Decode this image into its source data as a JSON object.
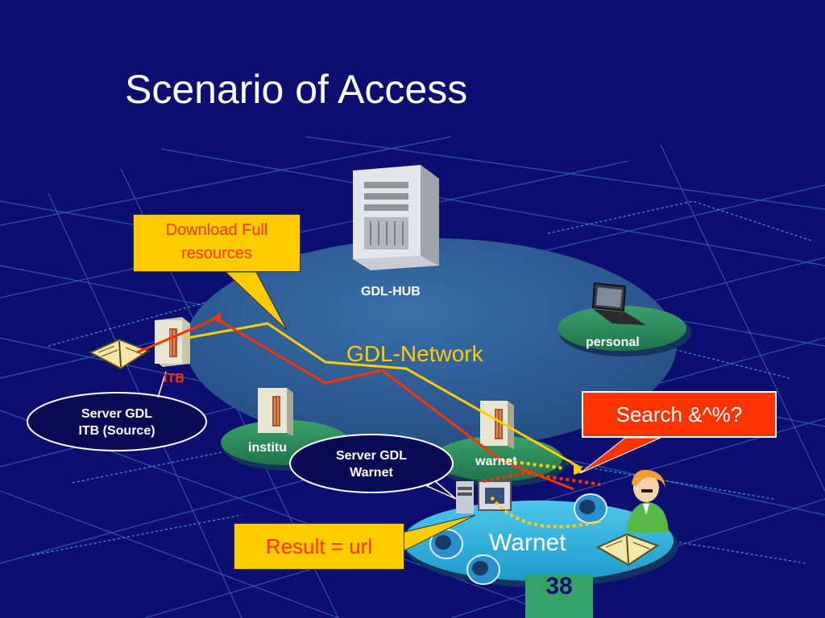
{
  "slide": {
    "title": "Scenario of Access",
    "page_number": "38"
  },
  "network": {
    "label": "GDL-Network",
    "hub_label": "GDL-HUB"
  },
  "nodes": {
    "personal": "personal",
    "itb": "ITB",
    "institution": "institu",
    "warnet_small": "warnet",
    "warnet_zone": "Warnet"
  },
  "bubbles": {
    "server_itb_line1": "Server GDL",
    "server_itb_line2": "ITB (Source)",
    "server_warnet_line1": "Server GDL",
    "server_warnet_line2": "Warnet"
  },
  "callouts": {
    "download_line1": "Download Full",
    "download_line2": "resources",
    "search": "Search &^%?",
    "result": "Result = url"
  },
  "colors": {
    "background": "#0c0f70",
    "callout_yellow": "#ffcc00",
    "callout_red": "#ff3300",
    "line_yellow": "#ffcc00",
    "line_red": "#ff3300",
    "ellipse_blue": "#2e5f96",
    "ellipse_green": "#2f8a5c",
    "warnet_cyan": "#2fb4e0"
  }
}
